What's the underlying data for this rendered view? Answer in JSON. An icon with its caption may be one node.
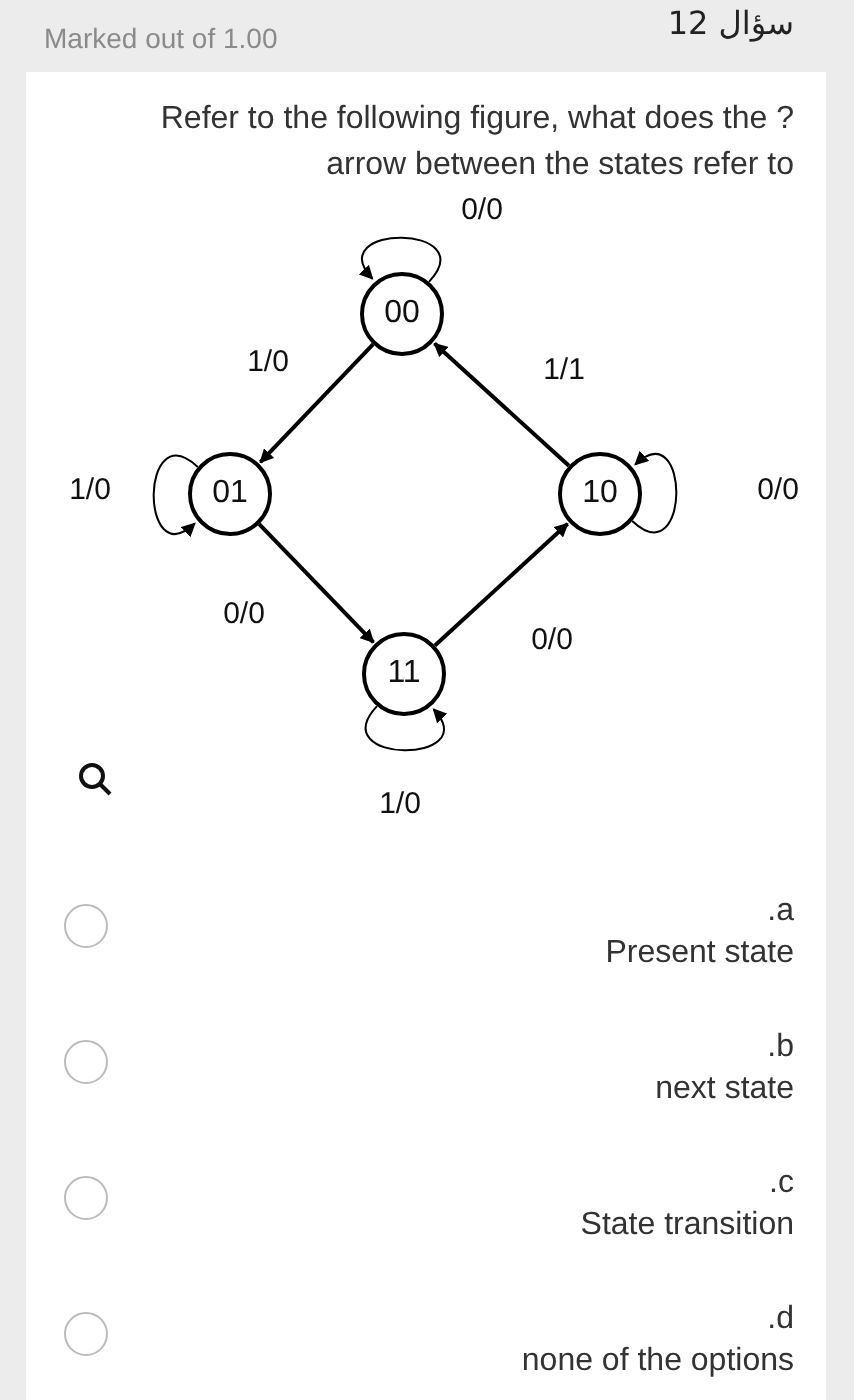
{
  "diagram": {
    "nodes": [
      {
        "text": [
          "00"
        ]
      },
      {
        "text": [
          "01"
        ]
      },
      {
        "text": [
          "10"
        ]
      },
      {
        "text": [
          "11"
        ]
      }
    ],
    "edges": [
      {
        "from": 0,
        "to": 0,
        "arrow": "to",
        "label": "0/0"
      },
      {
        "from": 0,
        "to": 1,
        "arrow": "to",
        "label": "1/0"
      },
      {
        "from": 2,
        "to": 0,
        "arrow": "to",
        "label": "1/1"
      },
      {
        "from": 1,
        "to": 1,
        "arrow": "to",
        "label": "1/0"
      },
      {
        "from": 2,
        "to": 2,
        "arrow": "to",
        "label": "0/0"
      },
      {
        "from": 1,
        "to": 3,
        "arrow": "to",
        "label": "0/0"
      },
      {
        "from": 3,
        "to": 2,
        "arrow": "to",
        "label": "0/0"
      },
      {
        "from": 3,
        "to": 3,
        "arrow": "to",
        "label": "1/0"
      }
    ],
    "labels": [
      "Marked out of 1.00",
      "سؤال 12",
      "Refer to the following figure, what does the ?arrow between the states refer to",
      ".a",
      "Present state",
      ".b",
      "next state",
      ".c",
      "State transition",
      ".d",
      "none of the options"
    ]
  }
}
